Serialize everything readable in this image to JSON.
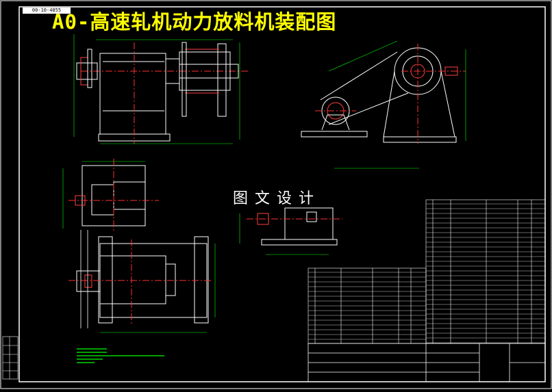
{
  "drawing": {
    "title": "A0-高速轧机动力放料机装配图",
    "drawing_number": "00-10-4855",
    "watermark": "图文设计"
  },
  "colors": {
    "background": "#000000",
    "border": "#ffffff",
    "title": "#ffff00",
    "dimension": "#00ff00",
    "centerline": "#ff3030",
    "outline": "#ffffff",
    "hatch": "#ff4040",
    "accent": "#ff40ff"
  }
}
